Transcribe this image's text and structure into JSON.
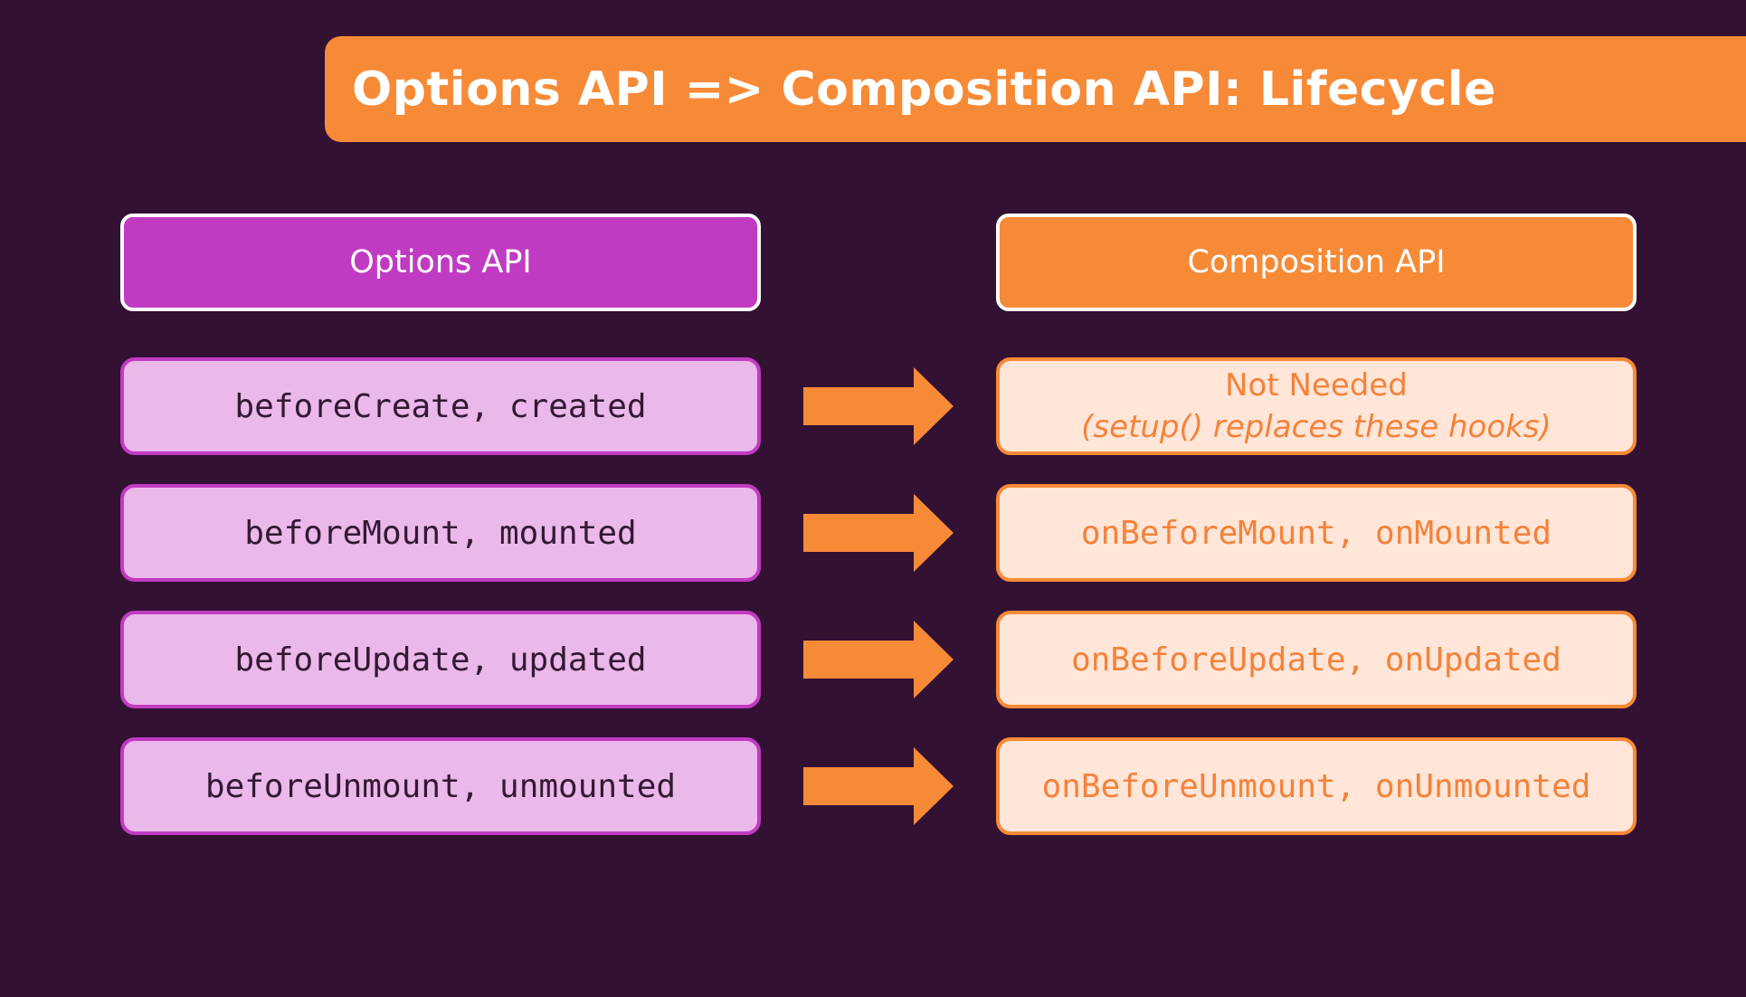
{
  "title": "Options API => Composition API: Lifecycle",
  "columns": {
    "options_header": "Options API",
    "composition_header": "Composition API"
  },
  "rows": [
    {
      "options": "beforeCreate, created",
      "composition_title": "Not Needed",
      "composition_note": "(setup() replaces these hooks)"
    },
    {
      "options": "beforeMount, mounted",
      "composition": "onBeforeMount, onMounted"
    },
    {
      "options": "beforeUpdate, updated",
      "composition": "onBeforeUpdate, onUpdated"
    },
    {
      "options": "beforeUnmount, unmounted",
      "composition": "onBeforeUnmount, onUnmounted"
    }
  ],
  "colors": {
    "background": "#321133",
    "accent_orange": "#f78a37",
    "accent_purple": "#c13bc2",
    "options_fill": "#ebb8ea",
    "composition_fill": "#ffe6d8"
  },
  "icons": {
    "mapping_arrow": "right-arrow-icon"
  }
}
